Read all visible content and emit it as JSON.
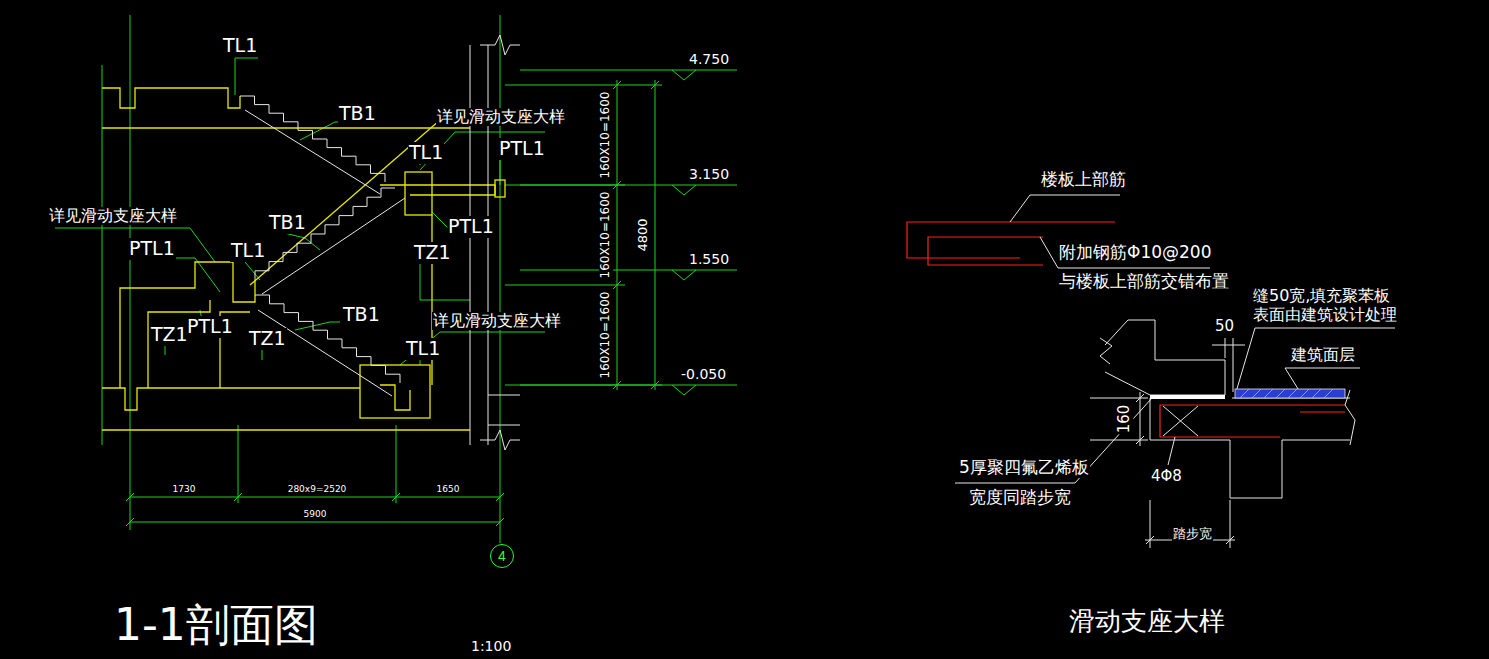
{
  "diagram": {
    "nodes": [
      {
        "text": [
          "4"
        ]
      }
    ],
    "labels": [
      "TL1",
      "TB1",
      "详见滑动支座大样",
      "TL1",
      "PTL1",
      "4.750",
      "3.150",
      "1.550",
      "-0.050",
      "160X10=1600",
      "160X10=1600",
      "160X10=1600",
      "4800",
      "详见滑动支座大样",
      "PTL1",
      "TB1",
      "TL1",
      "PTL1",
      "TZ1",
      "TB1",
      "详见滑动支座大样",
      "TL1",
      "TZ1",
      "PTL1",
      "TZ1",
      "1730",
      "280x9=2520",
      "1650",
      "5900",
      "1-1剖面图",
      "1:100",
      "楼板上部筋",
      "附加钢筋Φ10@200",
      "与楼板上部筋交错布置",
      "缝50宽,填充聚苯板",
      "表面由建筑设计处理",
      "50",
      "建筑面层",
      "160",
      "5厚聚四氟乙烯板",
      "宽度同踏步宽",
      "4Φ8",
      "踏步宽",
      "滑动支座大样"
    ]
  }
}
